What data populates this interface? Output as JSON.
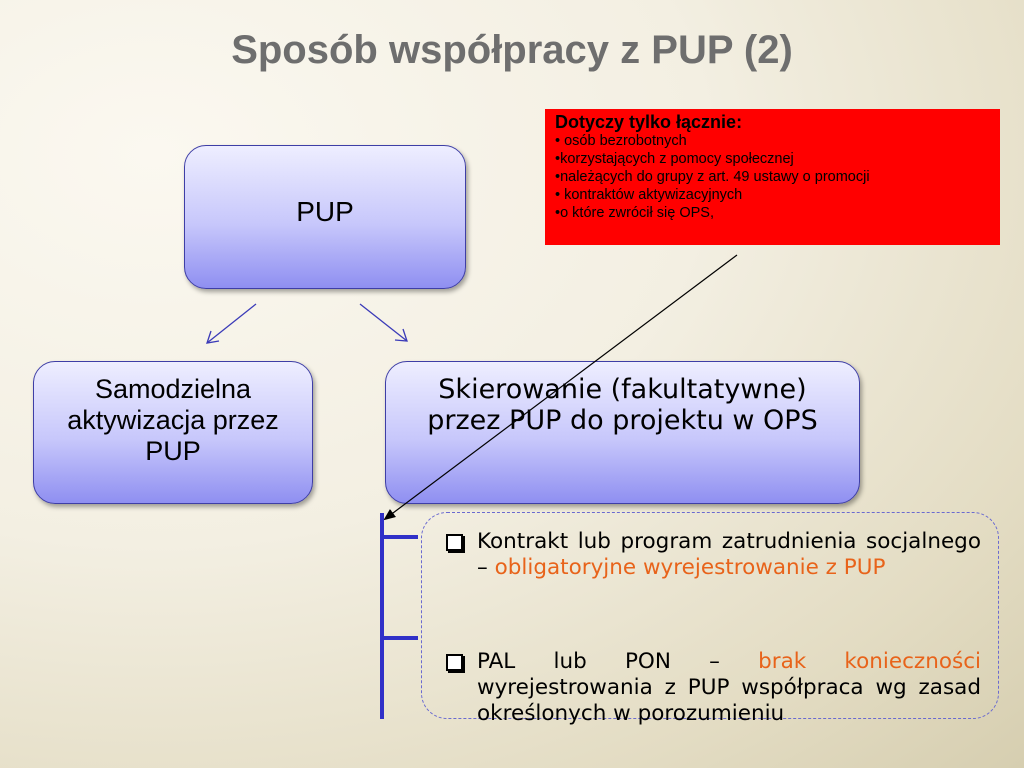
{
  "title": "Sposób współpracy z PUP (2)",
  "boxes": {
    "pup": "PUP",
    "self_activation": "Samodzielna aktywizacja przez PUP",
    "referral": "Skierowanie (fakultatywne) przez PUP do projektu w OPS"
  },
  "note": {
    "heading": "Dotyczy tylko łącznie:",
    "lines": [
      "• osób bezrobotnych",
      "•korzystających z pomocy społecznej",
      "•należących do grupy z art. 49 ustawy o promocji",
      "• kontraktów aktywizacyjnych",
      "•o które zwrócił się OPS,"
    ]
  },
  "options": [
    {
      "text": "Kontrakt lub program zatrudnienia socjalnego – ",
      "highlight": "obligatoryjne wyrejestrowanie z PUP",
      "rest": ""
    },
    {
      "text": "PAL lub PON – ",
      "highlight": "brak konieczności",
      "rest": " wyrejestrowania z PUP współpraca wg zasad określonych w porozumieniu"
    }
  ],
  "colors": {
    "title": "#6e6e6e",
    "box_border": "#3e3ea6",
    "note_background": "#ff0000",
    "highlight": "#e8631a",
    "bracket": "#3030c8"
  }
}
